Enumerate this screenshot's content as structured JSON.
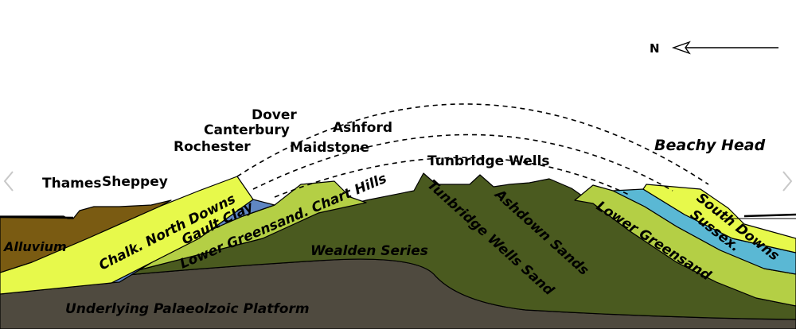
{
  "compass": {
    "label": "N"
  },
  "towns": {
    "dover": "Dover",
    "canterbury": "Canterbury",
    "rochester": "Rochester",
    "ashford": "Ashford",
    "maidstone": "Maidstone",
    "tunbridge_wells": "Tunbridge Wells",
    "beachy_head": "Beachy Head",
    "thames": "Thames",
    "sheppey": "Sheppey"
  },
  "strata": {
    "alluvium": "Alluvium",
    "chalk_north_downs": "Chalk. North Downs",
    "gault_clay": "Gault Clay",
    "lower_greensand_chart_hills": "Lower Greensand. Chart Hills",
    "wealden_series": "Wealden Series",
    "tunbridge_wells_sand": "Tunbridge Wells Sand",
    "ashdown_sands": "Ashdown Sands",
    "lower_greensand": "Lower Greensand",
    "south_downs": "South Downs",
    "sussex": "Sussex.",
    "platform": "Underlying Palaeolzoic Platform"
  },
  "colors": {
    "platform": "#4f4a3f",
    "wealden": "#4a5a1f",
    "greensand": "#b4cf45",
    "chalk": "#e7f94b",
    "gault": "#5f86c2",
    "gault_south": "#5ab8d4",
    "alluvium": "#7a5b12"
  }
}
